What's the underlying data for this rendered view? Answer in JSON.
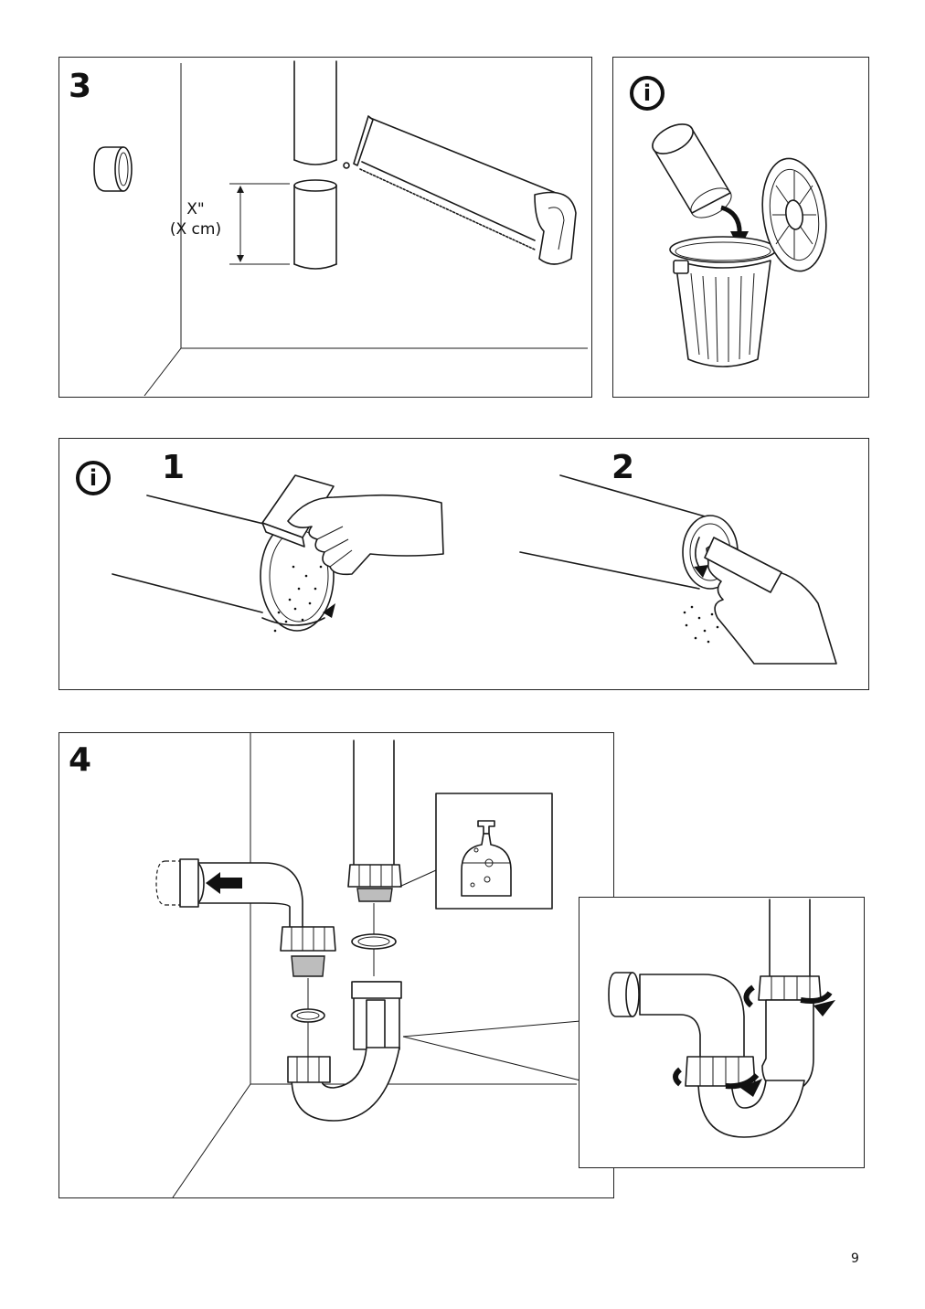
{
  "steps": {
    "step3": {
      "number": "3",
      "measure_line1": "X\"",
      "measure_line2": "(X cm)"
    },
    "info_top": {
      "icon_glyph": "i"
    },
    "info_cleaning": {
      "icon_glyph": "i",
      "sub1": "1",
      "sub2": "2"
    },
    "step4": {
      "number": "4"
    }
  },
  "page": {
    "number": "9"
  },
  "icons": [
    "saw-icon",
    "trash-bin-icon",
    "soap-bottle-icon",
    "sandpaper-icon",
    "hand-icon",
    "arrow-icon",
    "info-icon"
  ],
  "colors": {
    "line": "#1a1a1a",
    "fill_gray": "#bdbdbd",
    "background": "#ffffff"
  }
}
